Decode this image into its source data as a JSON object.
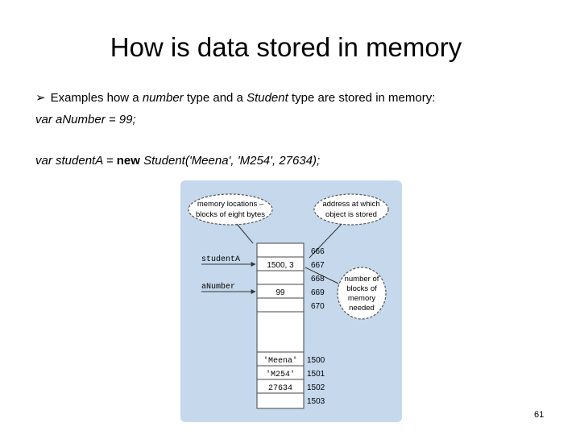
{
  "slide": {
    "title": "How is data stored in memory",
    "bullet": {
      "icon": "arrow-bullet-icon",
      "text_1": "Examples how a ",
      "em_1": "number",
      "text_2": " type and a ",
      "em_2": "Student",
      "text_3": " type are stored in memory:"
    },
    "code_line_1": "var aNumber = 99;",
    "code_line_2": {
      "part_1": "var studentA = ",
      "keyword": "new",
      "part_2": " Student('Meena', 'M254', 27634);"
    },
    "page_number": "61"
  },
  "diagram": {
    "background_color": "#c5d8ec",
    "callouts": {
      "memory_locations": [
        "memory locations –",
        "blocks of eight bytes"
      ],
      "address": [
        "address at which",
        "object is stored"
      ],
      "blocks": [
        "number of",
        "blocks of",
        "memory",
        "needed"
      ]
    },
    "variables": {
      "student": "studentA",
      "number": "aNumber"
    },
    "cells": [
      {
        "address": "666",
        "value": ""
      },
      {
        "address": "667",
        "value": "1500, 3"
      },
      {
        "address": "668",
        "value": ""
      },
      {
        "address": "669",
        "value": "99"
      },
      {
        "address": "670",
        "value": ""
      },
      {
        "address": "1500",
        "value": "'Meena'"
      },
      {
        "address": "1501",
        "value": "'M254'"
      },
      {
        "address": "1502",
        "value": "27634"
      },
      {
        "address": "1503",
        "value": ""
      }
    ]
  }
}
